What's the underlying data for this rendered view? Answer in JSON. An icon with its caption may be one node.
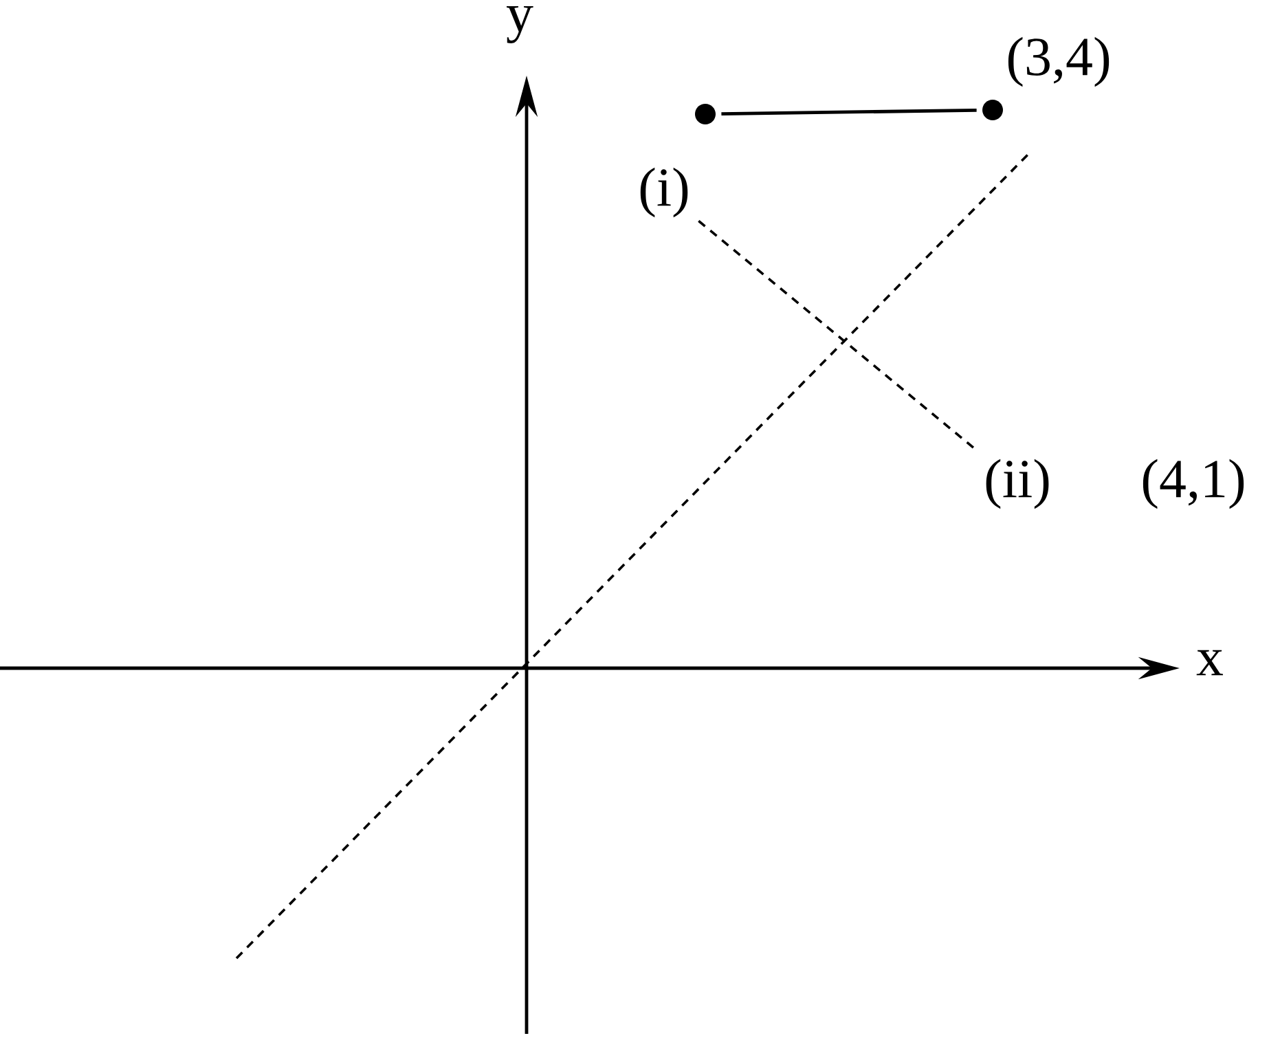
{
  "diagram": {
    "nodes": [
      {
        "text": [],
        "shape": "circle"
      },
      {
        "text": [],
        "shape": "circle",
        "beside": [
          "(3,4)"
        ]
      },
      {
        "text": [
          "(i)"
        ]
      },
      {
        "text": [
          "(ii)"
        ],
        "beside": [
          "(4,1)"
        ]
      }
    ],
    "edges": [
      {
        "from": 0,
        "to": 1,
        "arrow": "none"
      },
      {
        "from": 2,
        "to": 3,
        "arrow": "none",
        "style": "dashed"
      }
    ],
    "labels": [
      "y",
      "x"
    ]
  }
}
